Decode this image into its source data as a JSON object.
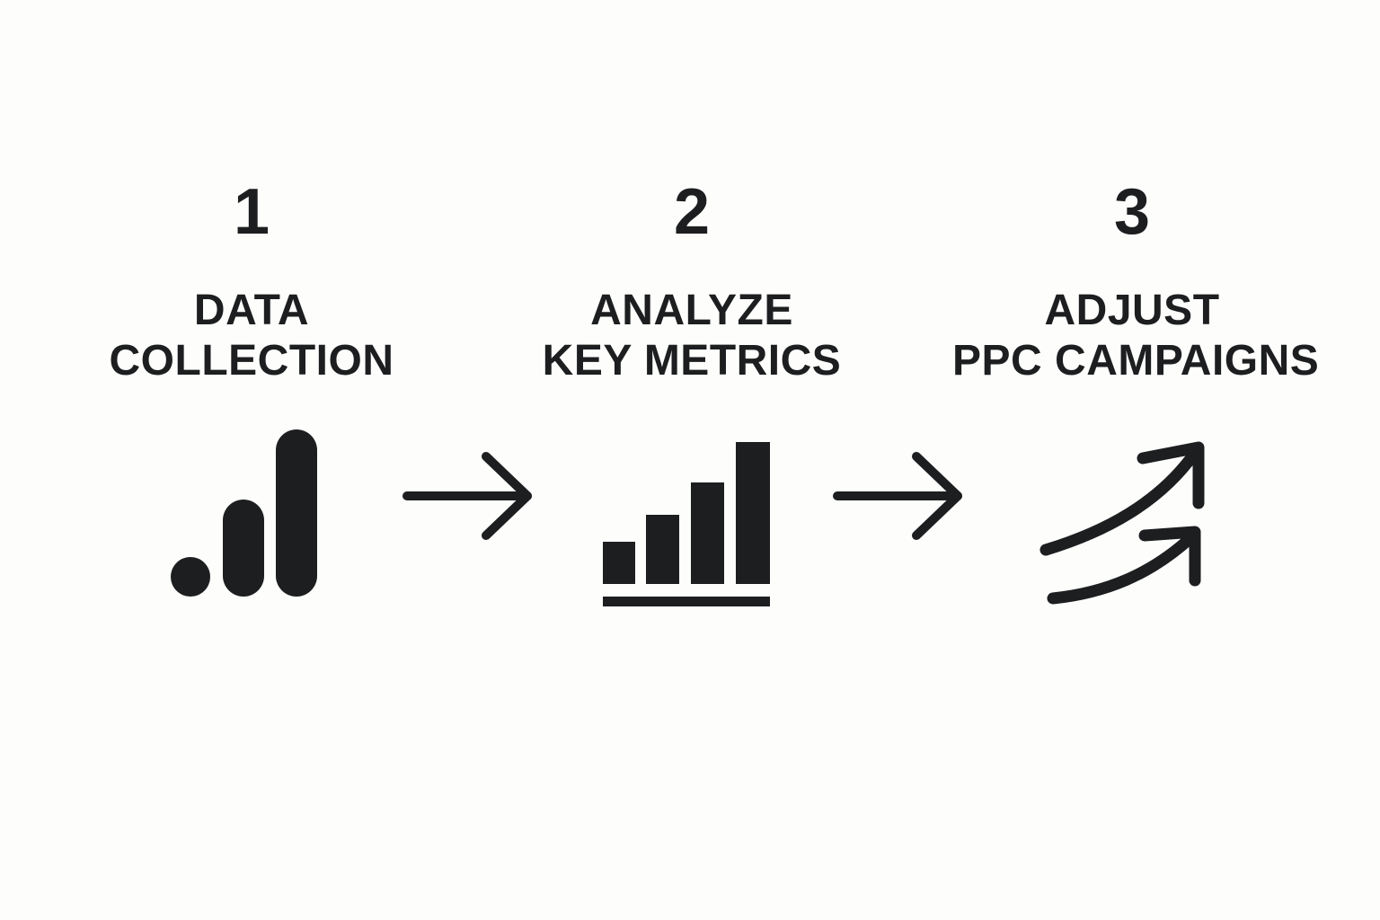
{
  "steps": [
    {
      "number": "1",
      "title_line1": "DATA",
      "title_line2": "COLLECTION",
      "icon": "analytics-bars-icon"
    },
    {
      "number": "2",
      "title_line1": "ANALYZE",
      "title_line2": "KEY METRICS",
      "icon": "bar-chart-icon"
    },
    {
      "number": "3",
      "title_line1": "ADJUST",
      "title_line2": "PPC CAMPAIGNS",
      "icon": "trending-up-arrows-icon"
    }
  ],
  "connectors": [
    "arrow-right-icon",
    "arrow-right-icon"
  ],
  "colors": {
    "background": "#fdfdfc",
    "ink": "#1c1e1f"
  }
}
